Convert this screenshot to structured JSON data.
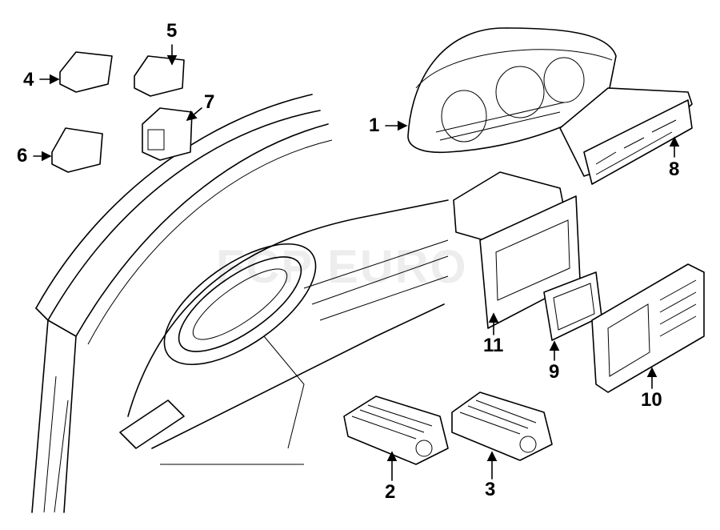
{
  "diagram": {
    "watermark": "FCP EURO",
    "callouts": [
      {
        "id": "1",
        "label": "1"
      },
      {
        "id": "2",
        "label": "2"
      },
      {
        "id": "3",
        "label": "3"
      },
      {
        "id": "4",
        "label": "4"
      },
      {
        "id": "5",
        "label": "5"
      },
      {
        "id": "6",
        "label": "6"
      },
      {
        "id": "7",
        "label": "7"
      },
      {
        "id": "8",
        "label": "8"
      },
      {
        "id": "9",
        "label": "9"
      },
      {
        "id": "10",
        "label": "10"
      },
      {
        "id": "11",
        "label": "11"
      }
    ]
  }
}
